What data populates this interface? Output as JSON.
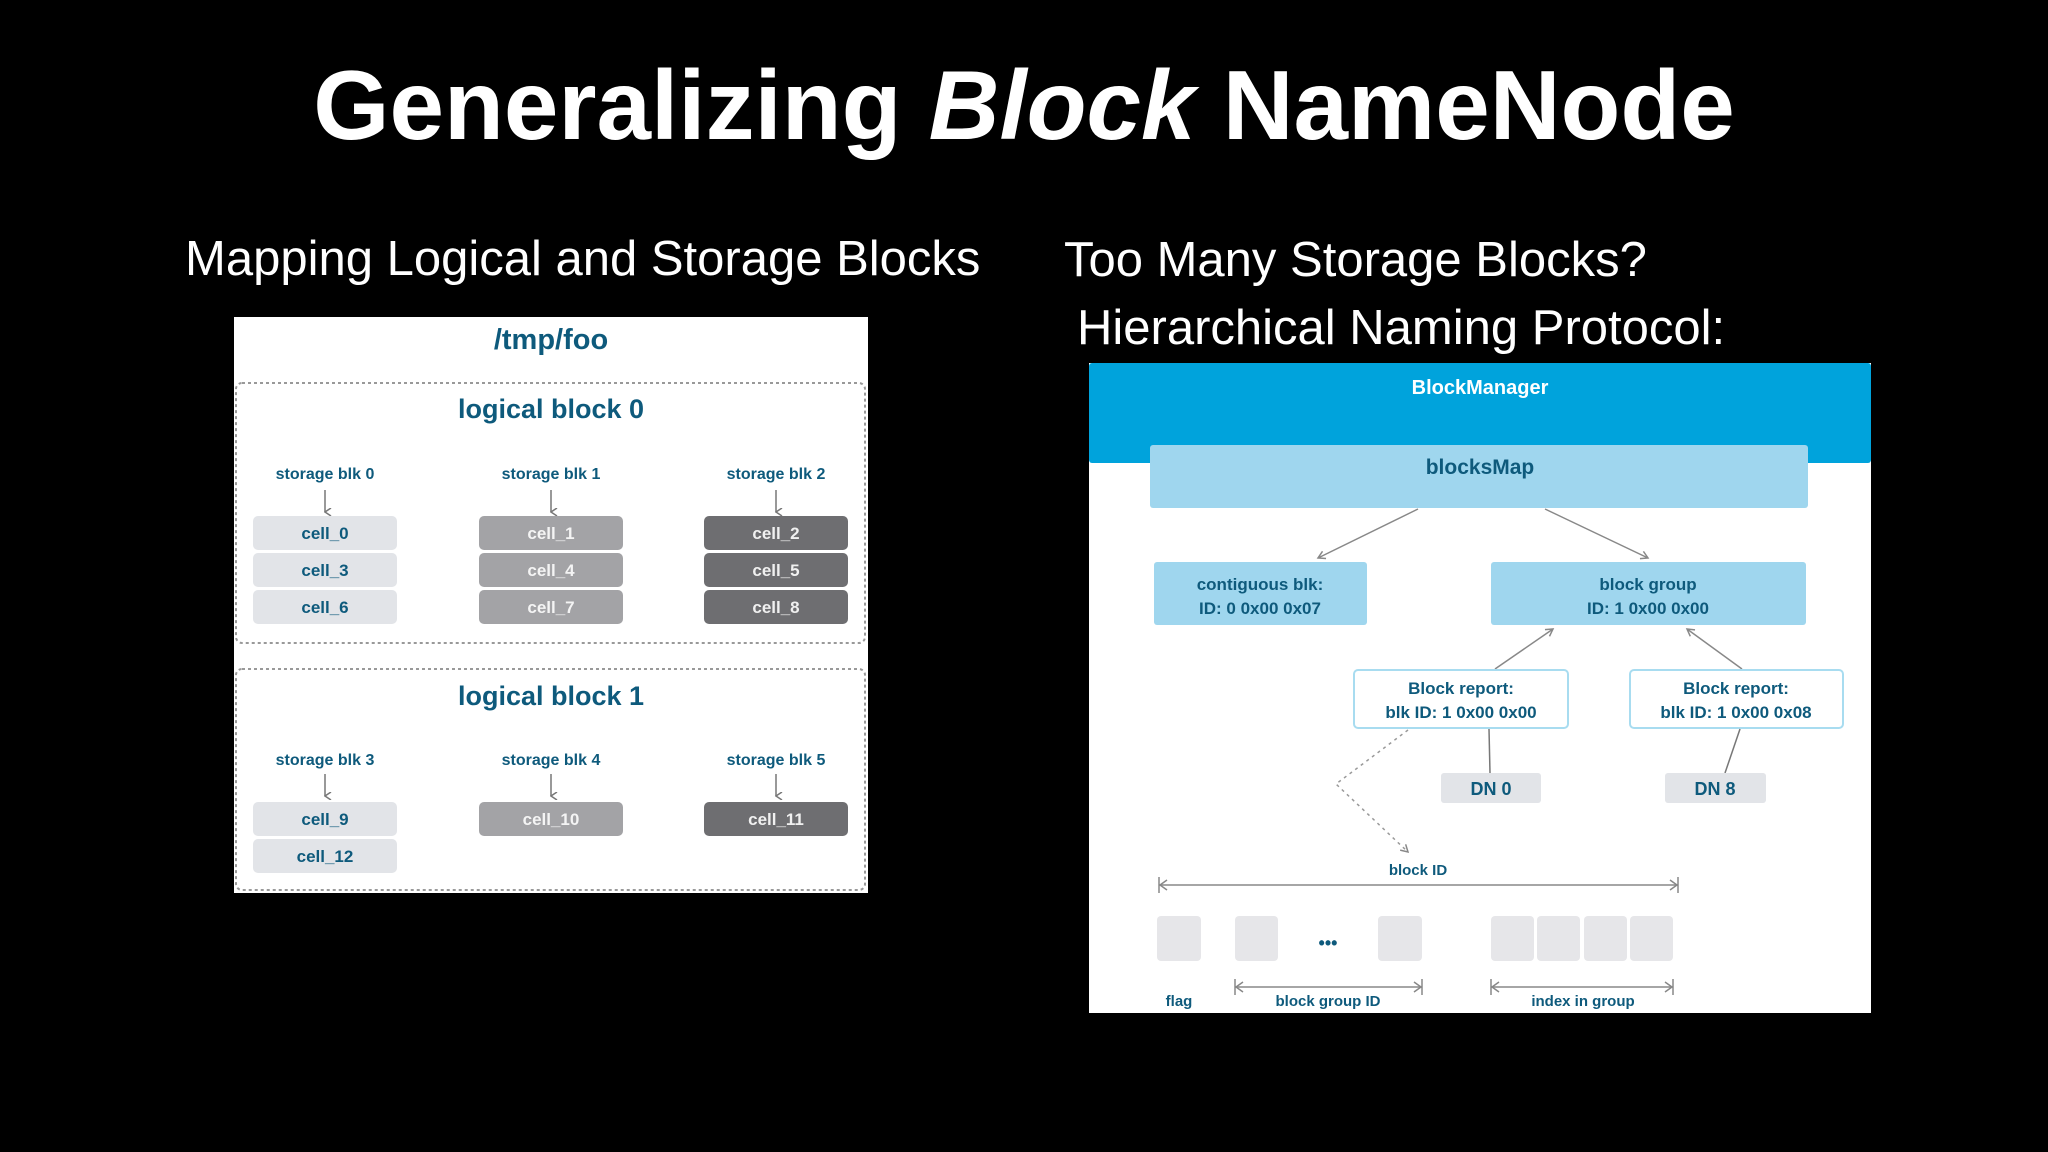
{
  "title": {
    "part1": "Generalizing",
    "part2": "Block",
    "part3": "NameNode"
  },
  "left": {
    "heading": "Mapping Logical and Storage Blocks",
    "path": "/tmp/foo",
    "logical_blocks": [
      {
        "label": "logical block 0",
        "storage": [
          {
            "label": "storage blk 0",
            "shade": "light",
            "cells": [
              "cell_0",
              "cell_3",
              "cell_6"
            ]
          },
          {
            "label": "storage blk 1",
            "shade": "mid",
            "cells": [
              "cell_1",
              "cell_4",
              "cell_7"
            ]
          },
          {
            "label": "storage blk 2",
            "shade": "dark",
            "cells": [
              "cell_2",
              "cell_5",
              "cell_8"
            ]
          }
        ]
      },
      {
        "label": "logical block 1",
        "storage": [
          {
            "label": "storage blk 3",
            "shade": "light",
            "cells": [
              "cell_9",
              "cell_12"
            ]
          },
          {
            "label": "storage blk 4",
            "shade": "mid",
            "cells": [
              "cell_10"
            ]
          },
          {
            "label": "storage blk 5",
            "shade": "dark",
            "cells": [
              "cell_11"
            ]
          }
        ]
      }
    ]
  },
  "right": {
    "heading1": "Too Many Storage Blocks?",
    "heading2": "Hierarchical Naming Protocol:",
    "block_manager": "BlockManager",
    "blocks_map": "blocksMap",
    "contiguous": {
      "line1": "contiguous blk:",
      "line2": "ID: 0 0x00 0x07"
    },
    "block_group": {
      "line1": "block group",
      "line2": "ID: 1 0x00 0x00"
    },
    "report1": {
      "line1": "Block report:",
      "line2": "blk ID: 1 0x00 0x00"
    },
    "report2": {
      "line1": "Block report:",
      "line2": "blk ID: 1 0x00 0x08"
    },
    "dn0": "DN 0",
    "dn8": "DN 8",
    "block_id": "block ID",
    "ellipsis": "•••",
    "flag": "flag",
    "block_group_id": "block group ID",
    "index_in_group": "index in group"
  },
  "colors": {
    "text_teal": "#0e5a7c",
    "block_manager": "#00a3dc",
    "light_blue": "#9fd6ee",
    "cell_light": "#e2e4e8",
    "cell_mid": "#a3a3a6",
    "cell_dark": "#6e6e71"
  }
}
